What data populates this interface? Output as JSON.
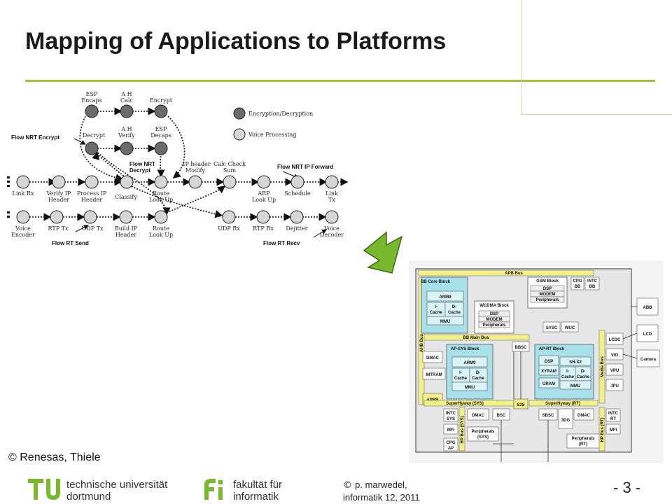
{
  "slide": {
    "title": "Mapping of Applications to Platforms",
    "credit": "© Renesas, Thiele",
    "author_line1": "p. marwedel,",
    "author_line2": "informatik 12,  2011",
    "page_number": "- 3 -"
  },
  "logos": {
    "tu_line1": "technische universität",
    "tu_line2": "dortmund",
    "fi_line1": "fakultät für",
    "fi_line2": "informatik"
  },
  "colors": {
    "accent_green": "#9cc33a",
    "encryption_node": "#6b6b6b",
    "voice_node": "#d6d6d6",
    "bus_yellow": "#f2f08a",
    "block_cyan": "#a8e0ea",
    "arrow_green": "#77b82e"
  },
  "app_graph": {
    "legend": {
      "encryption": "Encryption/Decryption",
      "voice": "Voice Processing"
    },
    "flows": {
      "nrt_encrypt": "Flow NRT Encrypt",
      "nrt_decrypt_1": "Flow NRT",
      "nrt_decrypt_2": "Decrypt",
      "nrt_ip_forward": "Flow NRT IP Forward",
      "rt_send": "Flow RT Send",
      "rt_recv": "Flow RT Recv"
    },
    "nodes": {
      "esp_encaps_1": "ESP",
      "esp_encaps_2": "Encaps",
      "ah_calc_1": "A H",
      "ah_calc_2": "Calc",
      "encrypt": "Encrypt",
      "decrypt": "Decrypt",
      "ah_verify_1": "A H",
      "ah_verify_2": "Verify",
      "esp_decaps_1": "ESP",
      "esp_decaps_2": "Decaps",
      "ip_header_modify_1": "IP header",
      "ip_header_modify_2": "Modify",
      "calc_check_sum_1": "Calc Check",
      "calc_check_sum_2": "Sum",
      "link_rx": "Link Rx",
      "verify_ip_header_1": "Verify IP",
      "verify_ip_header_2": "Header",
      "process_ip_header_1": "Process IP",
      "process_ip_header_2": "Header",
      "classify": "Classify",
      "route_lookup_1": "Route",
      "route_lookup_2": "Look Up",
      "arp_lookup_1": "ARP",
      "arp_lookup_2": "Look Up",
      "schedule": "Schedule",
      "link_tx_1": "Link",
      "link_tx_2": "Tx",
      "voice_encoder_1": "Voice",
      "voice_encoder_2": "Encoder",
      "rtp_tx": "RTP Tx",
      "udp_tx": "UDP Tx",
      "build_ip_header_1": "Build IP",
      "build_ip_header_2": "Header",
      "route_lookup_b_1": "Route",
      "route_lookup_b_2": "Look Up",
      "udp_rx": "UDP Rx",
      "rtp_rx": "RTP Rx",
      "dejitter": "Dejitter",
      "voice_decoder_1": "Voice",
      "voice_decoder_2": "Decoder"
    }
  },
  "platform": {
    "apb_bus": "APB Bus",
    "bb_core_block": "BB Core Block",
    "arm9_bb": "ARM9",
    "icache_1": "I-",
    "icache_2": "Cache",
    "dcache_1": "D-",
    "dcache_2": "Cache",
    "mmu_bb": "MMU",
    "gsm_block": "GSM Block",
    "dsp_gsm": "DSP",
    "modem_gsm": "MODEM",
    "peripherals_gsm": "Peripherals",
    "cpg_bb_1": "CPG",
    "cpg_bb_2": "BB",
    "intc_bb_1": "INTC",
    "intc_bb_2": "BB",
    "wcdma_block": "WCDMA Block",
    "dsp_wcdma": "DSP",
    "modem_wcdma": "MODEM",
    "peripherals_wcdma": "Peripherals",
    "sysc": "SYSC",
    "wuc": "WUC",
    "ahb_bus": "AHB Bus",
    "bb_main_bus": "BB Main Bus",
    "bbsc": "BBSC",
    "dmac_left": "DMAC",
    "intram": "INTRAM",
    "apbb": "APBB",
    "ap_sys_block": "AP-SYS Block",
    "arm9_ap": "ARM9",
    "mmu_ap": "MMU",
    "ap_rt_block": "AP-RT Block",
    "dsp_rt": "DSP",
    "xyram": "XYRAM",
    "uram": "URAM",
    "sh_x2": "SH-X2",
    "mmu_rt": "MMU",
    "superhyway_sys": "SuperHyway (SYS)",
    "superhyway_rt": "SuperHyway (RT)",
    "s2s": "S2S",
    "media_bus": "Media Bus",
    "lcdc": "LCDC",
    "vio": "VIO",
    "vpu": "VPU",
    "jpu": "JPU",
    "abb": "ABB",
    "lcd": "LCD",
    "camera": "Camera",
    "intc_sys_1": "INTC",
    "intc_sys_2": "SYS",
    "mfi_left": "MFI",
    "cpg_ap_1": "CPG",
    "cpg_ap_2": "AP",
    "hp_bus_sys": "HP Bus (SYS)",
    "dmac_sys": "DMAC",
    "bsc": "BSC",
    "peripherals_sys_1": "Peripherals",
    "peripherals_sys_2": "(SYS)",
    "sbsc": "SBSC",
    "threedg": "3DG",
    "dmac_rt": "DMAC",
    "peripherals_rt_1": "Peripherals",
    "peripherals_rt_2": "(RT)",
    "hp_bus_rt": "HP Bus (RT)",
    "intc_rt_1": "INTC",
    "intc_rt_2": "RT",
    "mfi_right": "MFI"
  }
}
